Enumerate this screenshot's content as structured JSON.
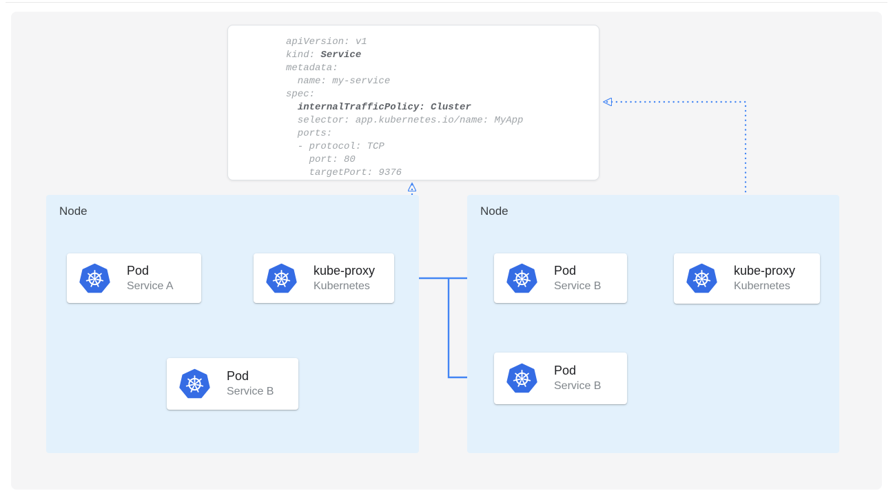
{
  "colors": {
    "accent_blue": "#4285f4",
    "node_bg": "#e3f1fc",
    "canvas_bg": "#f5f5f6",
    "k8s_blue": "#356ce4"
  },
  "yaml_card": {
    "lines": [
      {
        "pre": "apiVersion: v1",
        "bold": ""
      },
      {
        "pre": "kind: ",
        "bold": "Service"
      },
      {
        "pre": "metadata:",
        "bold": ""
      },
      {
        "pre": "  name: my-service",
        "bold": ""
      },
      {
        "pre": "spec:",
        "bold": ""
      },
      {
        "pre": "  ",
        "bold": "internalTrafficPolicy: Cluster"
      },
      {
        "pre": "  selector: app.kubernetes.io/name: MyApp",
        "bold": ""
      },
      {
        "pre": "  ports:",
        "bold": ""
      },
      {
        "pre": "  - protocol: TCP",
        "bold": ""
      },
      {
        "pre": "    port: 80",
        "bold": ""
      },
      {
        "pre": "    targetPort: 9376",
        "bold": ""
      }
    ]
  },
  "nodes": {
    "left": {
      "label": "Node"
    },
    "right": {
      "label": "Node"
    }
  },
  "cards": {
    "pod_a": {
      "title": "Pod",
      "subtitle": "Service A"
    },
    "kube_proxy_left": {
      "title": "kube-proxy",
      "subtitle": "Kubernetes"
    },
    "pod_b_bottom_left": {
      "title": "Pod",
      "subtitle": "Service B"
    },
    "pod_b_right_top": {
      "title": "Pod",
      "subtitle": "Service B"
    },
    "pod_b_right_bottom": {
      "title": "Pod",
      "subtitle": "Service B"
    },
    "kube_proxy_right": {
      "title": "kube-proxy",
      "subtitle": "Kubernetes"
    }
  },
  "icons": {
    "kubernetes": "kubernetes-helm-wheel"
  }
}
